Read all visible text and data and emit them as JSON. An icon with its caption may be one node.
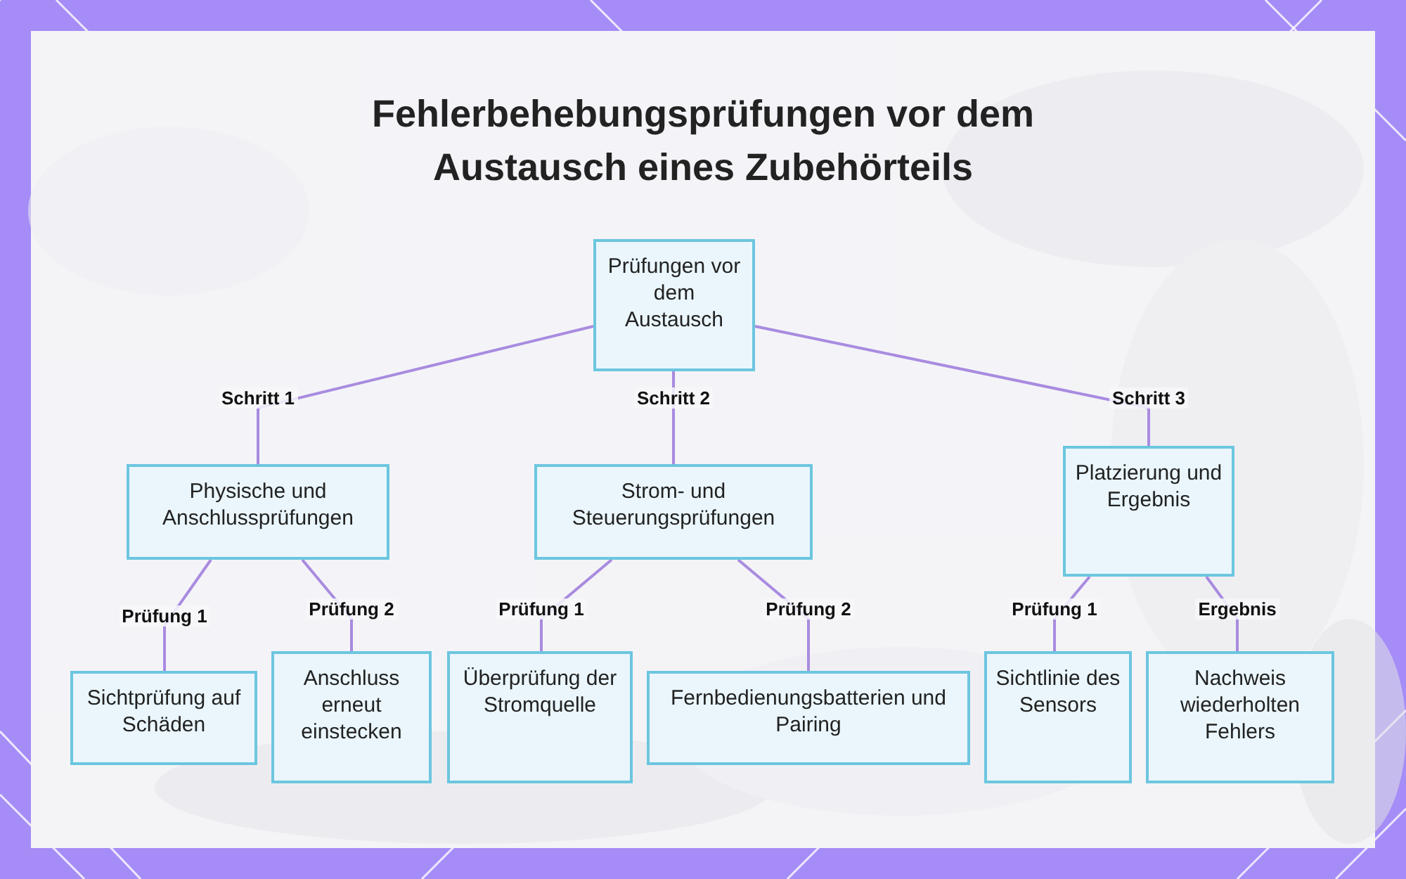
{
  "diagram": {
    "title": "Fehlerbehebungsprüfungen vor dem Austausch eines Zubehörteils",
    "nodes": [
      {
        "text": [
          "Prüfungen vor dem Austausch"
        ]
      },
      {
        "text": [
          "Physische und Anschlussprüfungen"
        ]
      },
      {
        "text": [
          "Strom- und Steuerungsprüfungen"
        ]
      },
      {
        "text": [
          "Platzierung und Ergebnis"
        ]
      },
      {
        "text": [
          "Sichtprüfung auf Schäden"
        ]
      },
      {
        "text": [
          "Anschluss erneut einstecken"
        ]
      },
      {
        "text": [
          "Überprüfung der Stromquelle"
        ]
      },
      {
        "text": [
          "Fernbedienungsbatterien und Pairing"
        ]
      },
      {
        "text": [
          "Sichtlinie des Sensors"
        ]
      },
      {
        "text": [
          "Nachweis wiederholten Fehlers"
        ]
      }
    ],
    "edges": [
      {
        "from": 0,
        "to": 1,
        "arrow": "none",
        "label": "Schritt 1"
      },
      {
        "from": 0,
        "to": 2,
        "arrow": "none",
        "label": "Schritt 2"
      },
      {
        "from": 0,
        "to": 3,
        "arrow": "none",
        "label": "Schritt 3"
      },
      {
        "from": 1,
        "to": 4,
        "arrow": "none",
        "label": "Prüfung 1"
      },
      {
        "from": 1,
        "to": 5,
        "arrow": "none",
        "label": "Prüfung 2"
      },
      {
        "from": 2,
        "to": 6,
        "arrow": "none",
        "label": "Prüfung 1"
      },
      {
        "from": 2,
        "to": 7,
        "arrow": "none",
        "label": "Prüfung 2"
      },
      {
        "from": 3,
        "to": 8,
        "arrow": "none",
        "label": "Prüfung 1"
      },
      {
        "from": 3,
        "to": 9,
        "arrow": "none",
        "label": "Ergebnis"
      }
    ]
  }
}
